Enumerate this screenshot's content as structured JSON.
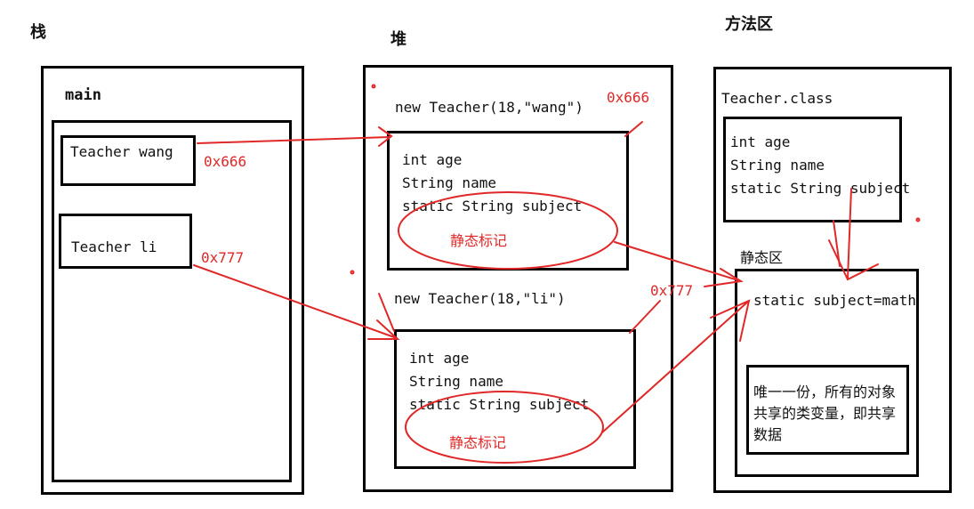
{
  "labels": {
    "stack": "栈",
    "heap": "堆",
    "method_area": "方法区"
  },
  "stack": {
    "frame_label": "main",
    "var_wang": "Teacher wang",
    "var_li": "Teacher li"
  },
  "heap": {
    "obj1": {
      "header": "new Teacher(18,\"wang\")",
      "address": "0x666",
      "fields": [
        "int age",
        "String name",
        "static String  subject"
      ],
      "static_mark": "静态标记"
    },
    "obj2": {
      "header": "new Teacher(18,\"li\")",
      "address": "0x777",
      "fields": [
        "int age",
        "String name",
        "static String  subject"
      ],
      "static_mark": "静态标记"
    }
  },
  "method_area": {
    "class_name": "Teacher.class",
    "class_fields": [
      "int age",
      "String name",
      "static String subject"
    ],
    "static_area_label": "静态区",
    "static_value": "static subject=math",
    "note": "唯一一份，所有的对象共享的类变量，即共享数据"
  },
  "arrows": {
    "wang_ref": "0x666",
    "li_ref": "0x777"
  },
  "colors": {
    "annotation": "#e02828",
    "box_border": "#000000"
  }
}
